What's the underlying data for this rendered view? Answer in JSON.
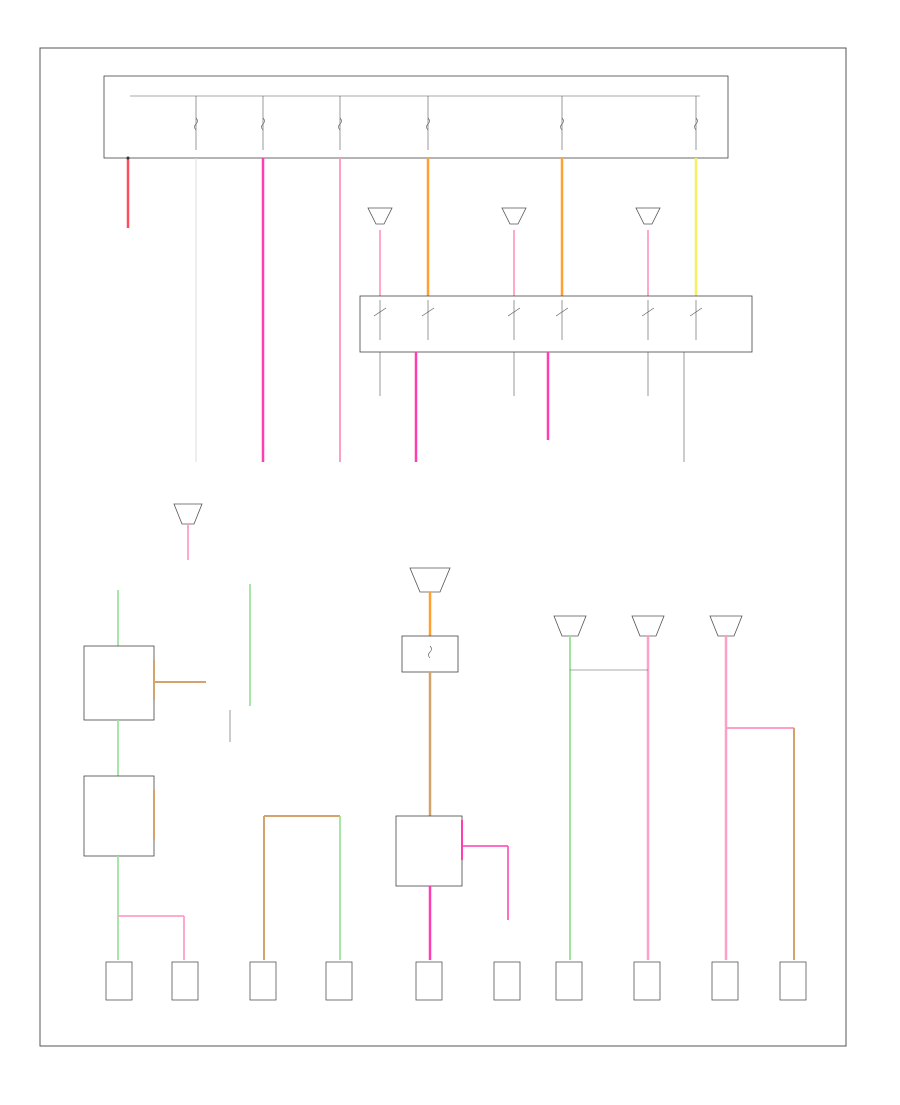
{
  "diagram": {
    "footer_code": "",
    "bottom_label": "",
    "colors": {
      "red": "#ff4d5e",
      "pink": "#ff3fb0",
      "light_pink": "#ff9fc8",
      "orange": "#ffa030",
      "yellow": "#f5f060",
      "green": "#9fe39f",
      "tan": "#d4a36c",
      "line": "#555555"
    },
    "boxes": [
      {
        "id": "power-distribution-box",
        "label": ""
      },
      {
        "id": "relay-block",
        "label": ""
      },
      {
        "id": "left-control-module",
        "label": ""
      },
      {
        "id": "left-lower-module",
        "label": ""
      },
      {
        "id": "center-control-module",
        "label": ""
      }
    ],
    "fuses": [
      {
        "id": "fuse-1",
        "label": ""
      },
      {
        "id": "fuse-2",
        "label": ""
      },
      {
        "id": "fuse-3",
        "label": ""
      },
      {
        "id": "fuse-4",
        "label": ""
      },
      {
        "id": "fuse-5",
        "label": ""
      },
      {
        "id": "fuse-6",
        "label": ""
      }
    ],
    "components": [
      {
        "id": "comp-1",
        "label": ""
      },
      {
        "id": "comp-2",
        "label": ""
      },
      {
        "id": "comp-3",
        "label": ""
      },
      {
        "id": "comp-4",
        "label": ""
      },
      {
        "id": "comp-5",
        "label": ""
      },
      {
        "id": "comp-6",
        "label": ""
      },
      {
        "id": "comp-7",
        "label": ""
      },
      {
        "id": "comp-8",
        "label": ""
      },
      {
        "id": "comp-9",
        "label": ""
      },
      {
        "id": "comp-10",
        "label": ""
      },
      {
        "id": "comp-11",
        "label": ""
      }
    ]
  }
}
